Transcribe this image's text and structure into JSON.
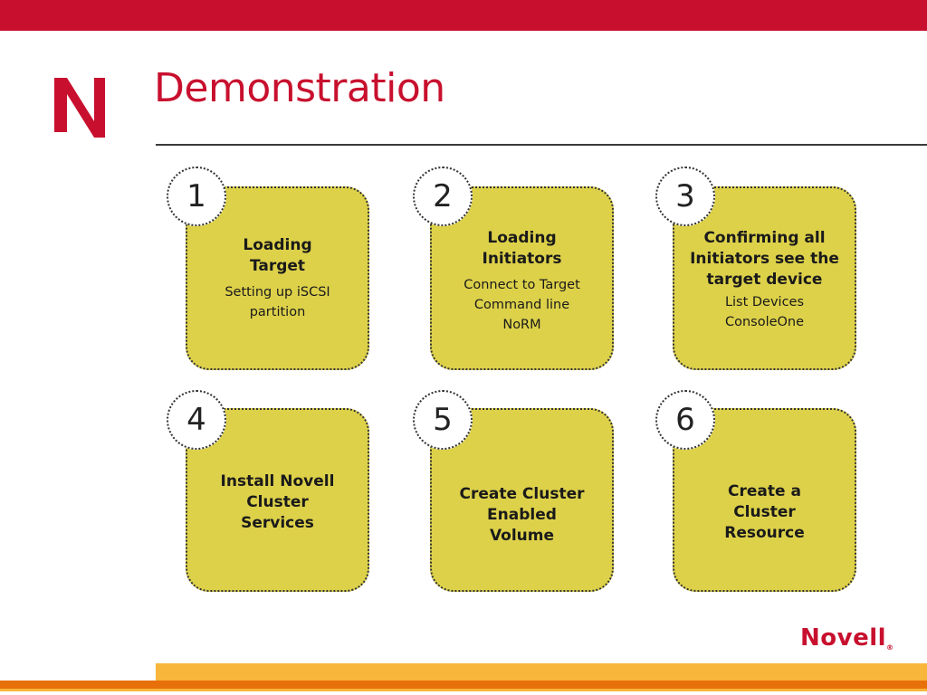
{
  "slide": {
    "title": "Demonstration",
    "brand": "Novell",
    "brand_mark": "®",
    "colors": {
      "brand_red": "#c8102e",
      "card_yellow": "#ddd14a",
      "stripe_orange": "#e8700a",
      "stripe_yellow": "#f8b63a"
    }
  },
  "steps": [
    {
      "number": "1",
      "title": "Loading Target",
      "details": [
        "Setting up iSCSI partition"
      ]
    },
    {
      "number": "2",
      "title": "Loading Initiators",
      "details": [
        "Connect to Target",
        "Command line",
        "NoRM"
      ]
    },
    {
      "number": "3",
      "title": "Confirming all Initiators see the target device",
      "details": [
        "List Devices",
        "ConsoleOne"
      ]
    },
    {
      "number": "4",
      "title": "Install Novell Cluster Services",
      "details": []
    },
    {
      "number": "5",
      "title": "Create Cluster Enabled Volume",
      "details": []
    },
    {
      "number": "6",
      "title": "Create a Cluster Resource",
      "details": []
    }
  ]
}
